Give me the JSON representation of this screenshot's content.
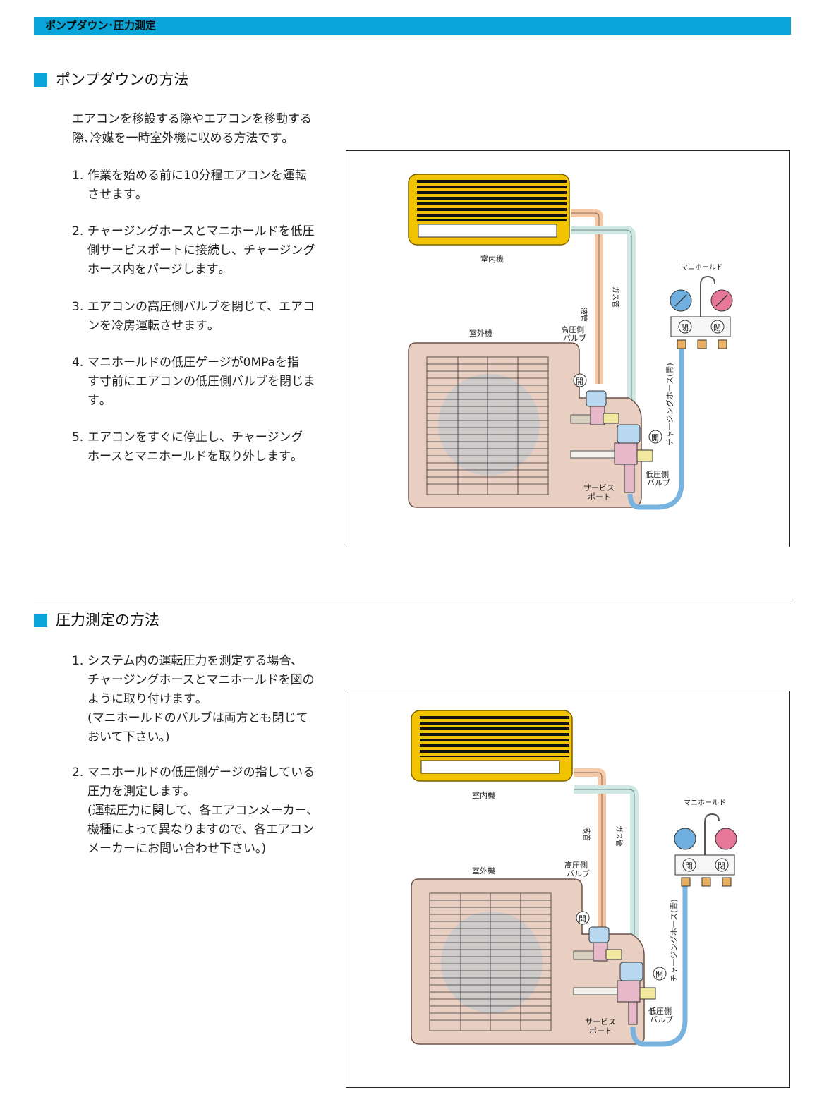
{
  "header": {
    "title": "ポンプダウン･圧力測定"
  },
  "pumpdown": {
    "title": "ポンプダウンの方法",
    "intro": [
      "エアコンを移設する際やエアコンを移動する",
      "際､冷媒を一時室外機に収める方法です｡"
    ],
    "steps": [
      {
        "num": "1.",
        "lines": [
          "作業を始める前に10分程エアコンを運転",
          "させます｡"
        ]
      },
      {
        "num": "2.",
        "lines": [
          "チャージングホースとマニホールドを低圧",
          "側サービスポートに接続し、チャージング",
          "ホース内をパージします｡"
        ]
      },
      {
        "num": "3.",
        "lines": [
          "エアコンの高圧側バルブを閉じて、エアコ",
          "ンを冷房運転させます｡"
        ]
      },
      {
        "num": "4.",
        "lines": [
          "マニホールドの低圧ゲージが0MPaを指",
          "す寸前にエアコンの低圧側バルブを閉じま",
          "す｡"
        ]
      },
      {
        "num": "5.",
        "lines": [
          "エアコンをすぐに停止し、チャージング",
          "ホースとマニホールドを取り外します｡"
        ]
      }
    ]
  },
  "pressure": {
    "title": "圧力測定の方法",
    "steps": [
      {
        "num": "1.",
        "lines": [
          "システム内の運転圧力を測定する場合､",
          "チャージングホースとマニホールドを図の",
          "ように取り付けます｡",
          "(マニホールドのバルブは両方とも閉じて",
          "おいて下さい｡)"
        ]
      },
      {
        "num": "2.",
        "lines": [
          "マニホールドの低圧側ゲージの指している",
          "圧力を測定します｡",
          "(運転圧力に関して、各エアコンメーカー､",
          "機種によって異なりますので、各エアコン",
          "メーカーにお問い合わせ下さい｡)"
        ]
      }
    ]
  },
  "diagram1": {
    "indoor_unit": "室内機",
    "outdoor_unit": "室外機",
    "liquid_pipe": "液管",
    "gas_pipe": "ガス管",
    "manifold": "マニホールド",
    "high_valve": [
      "高圧側",
      "バルブ"
    ],
    "low_valve": [
      "低圧側",
      "バルブ"
    ],
    "service_port": [
      "サービス",
      "ポート"
    ],
    "charging_hose": "チャージングホース(青)",
    "open": "開",
    "closed": "閉"
  },
  "diagram2": {
    "indoor_unit": "室内機",
    "outdoor_unit": "室外機",
    "liquid_pipe": "液管",
    "gas_pipe": "ガス管",
    "manifold": "マニホールド",
    "high_valve": [
      "高圧側",
      "バルブ"
    ],
    "low_valve": [
      "低圧側",
      "バルブ"
    ],
    "service_port": [
      "サービス",
      "ポート"
    ],
    "charging_hose": "チャージングホース(青)",
    "open": "開",
    "closed": "閉"
  },
  "colors": {
    "accent": "#0aa5d8",
    "indoor_frame": "#f2c400",
    "outdoor_body": "#e8cfc2",
    "liquid_pipe": "#f6c9a6",
    "gas_pipe": "#cfe8e4",
    "hose": "#78b3e0",
    "low_gauge": "#6fb0e0",
    "high_gauge": "#e8789a"
  }
}
